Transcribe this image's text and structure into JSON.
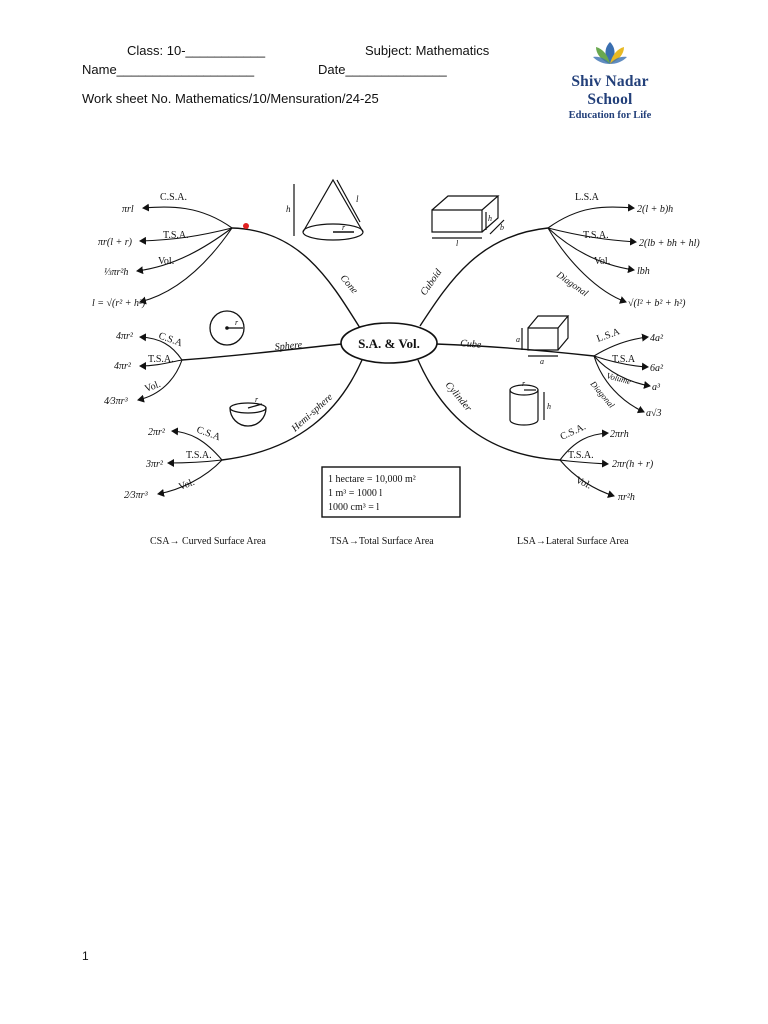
{
  "header": {
    "class": "Class: 10-___________",
    "subject": "Subject: Mathematics",
    "name": "Name___________________",
    "date": "Date______________",
    "worksheet": "Work sheet No. Mathematics/10/Mensuration/24-25"
  },
  "logo": {
    "school": "Shiv Nadar School",
    "tagline": "Education for Life",
    "colors": {
      "petal_blue": "#3a6fb0",
      "petal_green": "#6aa84f",
      "petal_yellow": "#e8b923",
      "text": "#23407a"
    }
  },
  "mindmap": {
    "center": "S.A. & Vol.",
    "branches": {
      "cone": {
        "name": "Cone",
        "csa_label": "C.S.A.",
        "csa": "πrl",
        "tsa_label": "T.S.A.",
        "tsa": "πr(l + r)",
        "vol_label": "Vol.",
        "vol": "⅓πr²h",
        "slant": "l = √(r² + h²)",
        "fig_h": "h",
        "fig_l": "l",
        "fig_r": "r"
      },
      "cuboid": {
        "name": "Cuboid",
        "lsa_label": "L.S.A",
        "lsa": "2(l + b)h",
        "tsa_label": "T.S.A.",
        "tsa": "2(lb + bh + hl)",
        "vol_label": "Vol.",
        "vol": "lbh",
        "diag_label": "Diagonal",
        "diag": "√(l² + b² + h²)",
        "fig_l": "l",
        "fig_b": "b",
        "fig_h": "h"
      },
      "sphere": {
        "name": "Sphere",
        "csa_label": "C.S.A",
        "csa": "4πr²",
        "tsa_label": "T.S.A.",
        "tsa": "4πr²",
        "vol_label": "Vol.",
        "vol": "4⁄3πr³",
        "fig_r": "r"
      },
      "cube": {
        "name": "Cube",
        "lsa_label": "L.S.A",
        "lsa": "4a²",
        "tsa_label": "T.S.A",
        "tsa": "6a²",
        "vol_label": "Volume",
        "vol": "a³",
        "diag_label": "Diagonal",
        "diag": "a√3",
        "fig_a": "a"
      },
      "hemisphere": {
        "name": "Hemi-sphere",
        "csa_label": "C.S.A",
        "csa": "2πr²",
        "tsa_label": "T.S.A.",
        "tsa": "3πr²",
        "vol_label": "Vol.",
        "vol": "2⁄3πr³",
        "fig_r": "r"
      },
      "cylinder": {
        "name": "Cylinder",
        "csa_label": "C.S.A.",
        "csa": "2πrh",
        "tsa_label": "T.S.A.",
        "tsa": "2πr(h + r)",
        "vol_label": "Vol.",
        "vol": "πr²h",
        "fig_r": "r",
        "fig_h": "h"
      }
    },
    "units_box": [
      "1 hectare = 10,000 m²",
      "1 m³ = 1000 l",
      "1000 cm³ = l"
    ],
    "legend": {
      "csa": "CSA→ Curved Surface Area",
      "tsa": "TSA→Total Surface Area",
      "lsa": "LSA→Lateral Surface Area"
    },
    "accent_dot_color": "#e02020"
  },
  "page_number": "1"
}
